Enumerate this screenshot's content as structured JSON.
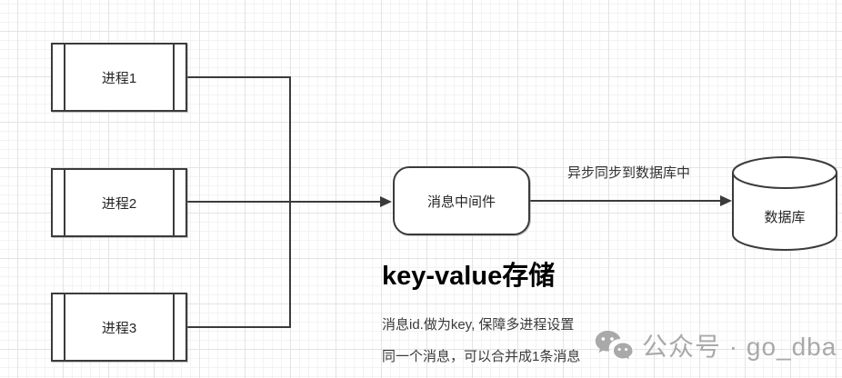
{
  "diagram": {
    "processes": [
      {
        "label": "进程1"
      },
      {
        "label": "进程2"
      },
      {
        "label": "进程3"
      }
    ],
    "middleware": {
      "label": "消息中间件"
    },
    "database": {
      "label": "数据库"
    },
    "edge_label": "异步同步到数据库中"
  },
  "annotation": {
    "heading": "key-value存储",
    "notes": [
      "消息id.做为key, 保障多进程设置",
      "同一个消息，可以合并成1条消息"
    ]
  },
  "watermark": {
    "icon": "wechat-icon",
    "text": "公众号 · go_dba"
  },
  "colors": {
    "stroke": "#3b3b3b",
    "node_label": "#262626",
    "note_text": "#3a3a3a",
    "heading_text": "#000000",
    "watermark_gray": "#a9a9a9",
    "grid_minor": "#f3f3f3",
    "grid_major": "#e4e4e4",
    "canvas_bg": "#ffffff"
  }
}
